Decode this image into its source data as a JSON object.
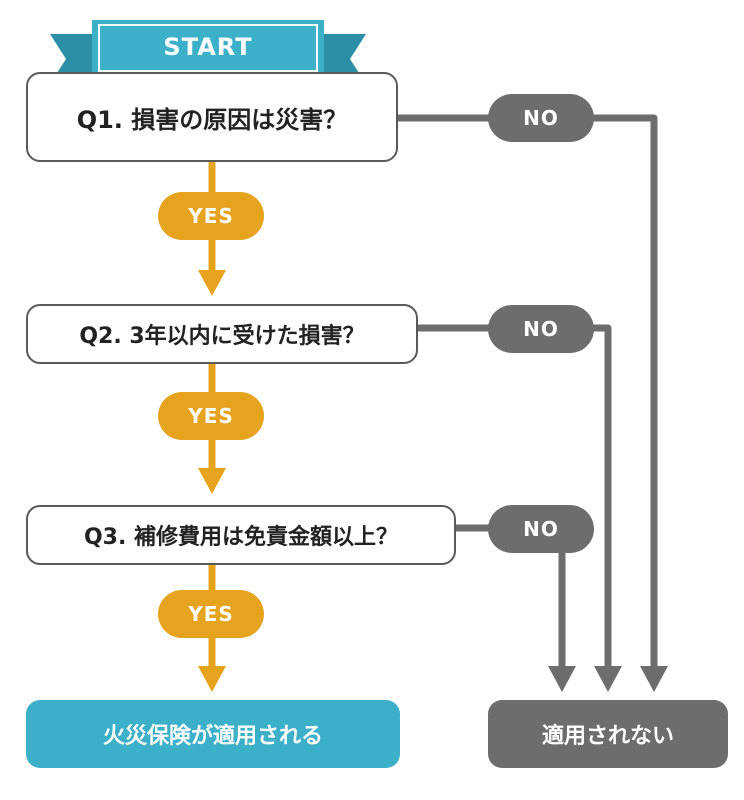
{
  "start_label": "START",
  "questions": [
    {
      "label": "Q1. 損害の原因は災害？"
    },
    {
      "label": "Q2. 3年以内に受けた損害？"
    },
    {
      "label": "Q3. 補修費用は免責金額以上？"
    }
  ],
  "yes_label": "YES",
  "no_label": "NO",
  "outcomes": {
    "applies": "火災保険が適用される",
    "not_applies": "適用されない"
  },
  "colors": {
    "ribbon": "#3db0c9",
    "yes": "#e6a41e",
    "no": "#6d6d6d",
    "connector_gray": "#6d6d6d",
    "outcome_applies": "#3db0c9",
    "outcome_not_applies": "#6d6d6d"
  }
}
